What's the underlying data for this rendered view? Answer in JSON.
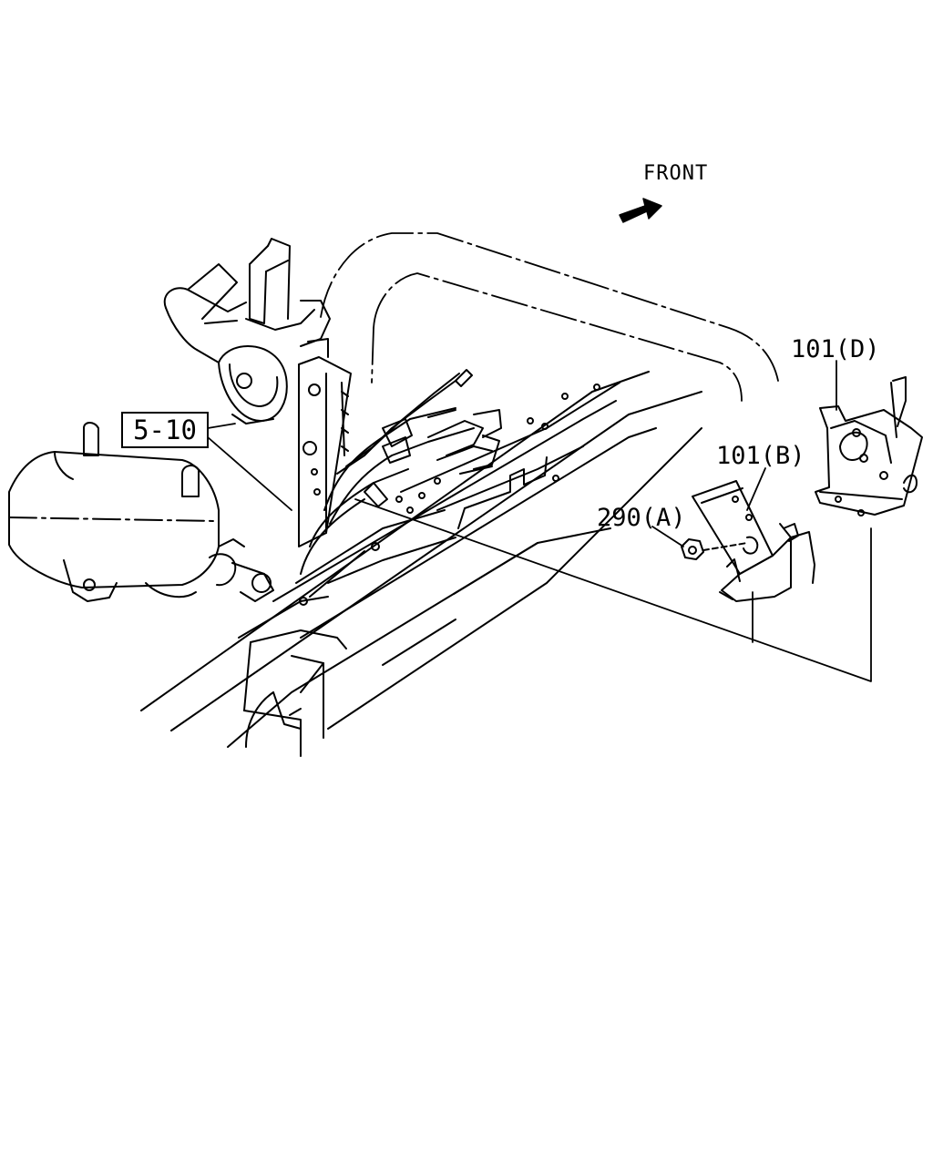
{
  "diagram": {
    "orientation_label": "FRONT",
    "reference_box": "5-10",
    "callouts": {
      "bracket_d": "101(D)",
      "bracket_b": "101(B)",
      "nut_a": "290(A)"
    }
  }
}
